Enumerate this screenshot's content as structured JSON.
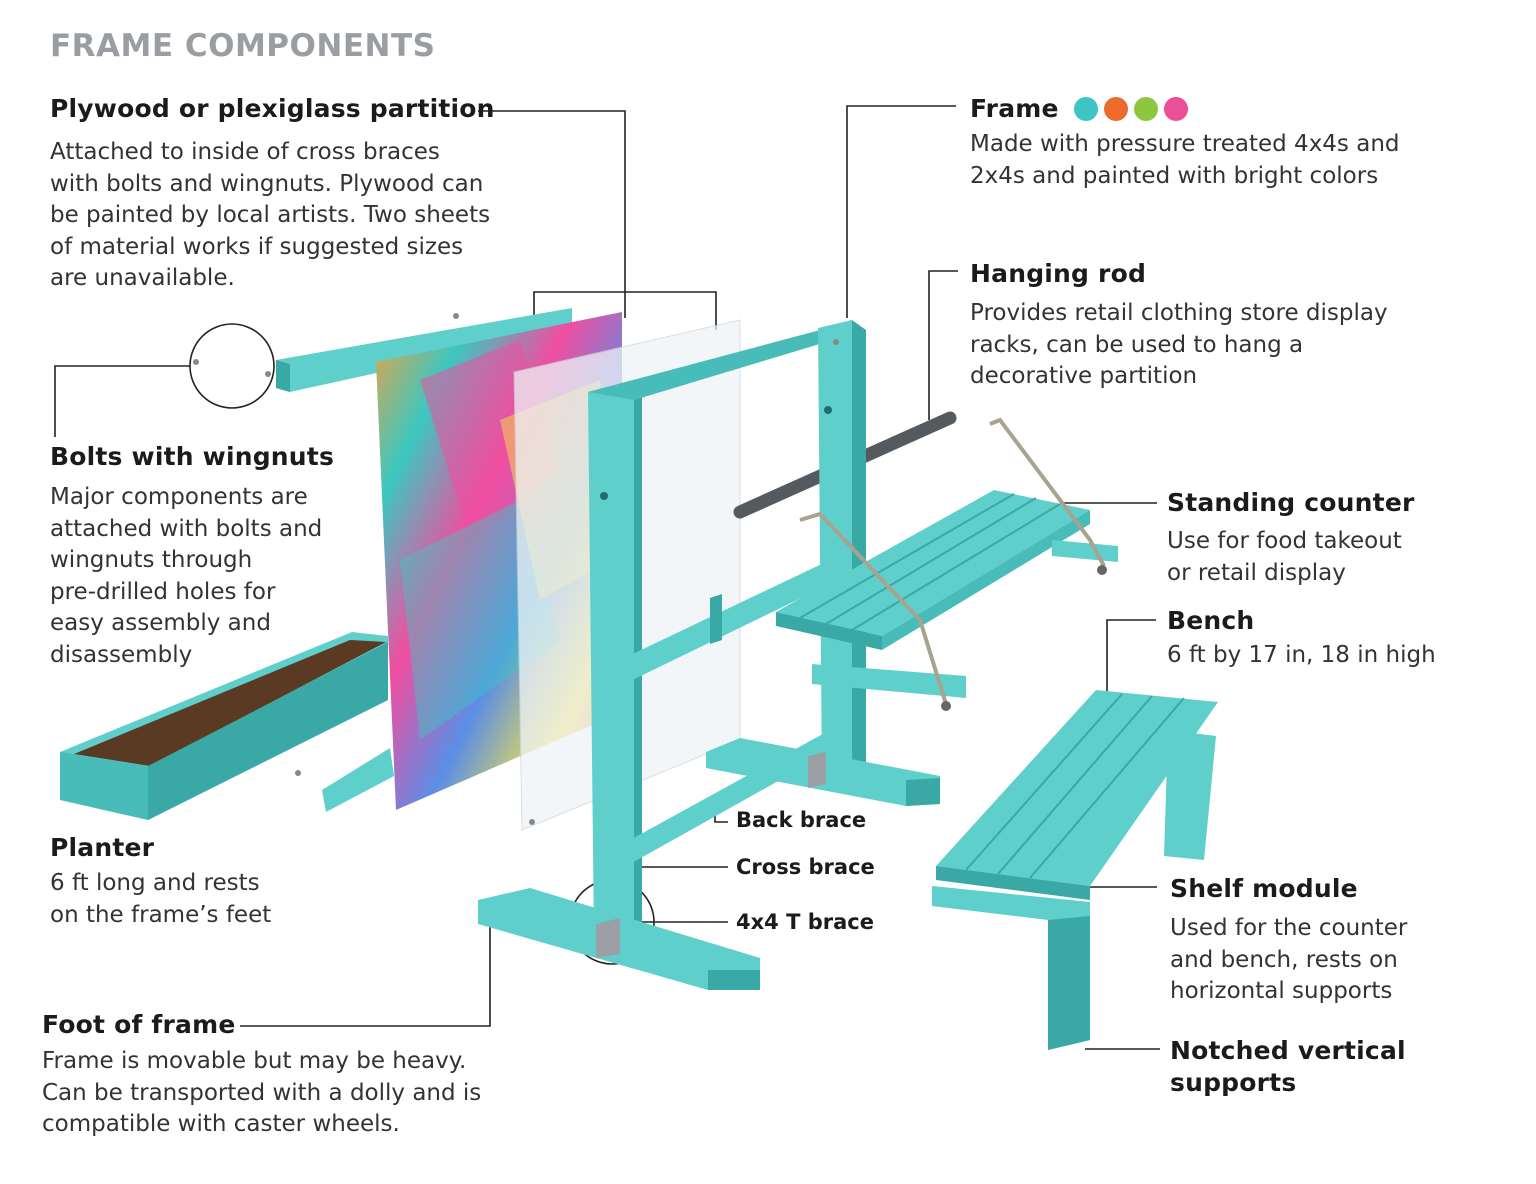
{
  "title": "FRAME COMPONENTS",
  "callouts": {
    "partition": {
      "heading": "Plywood or plexiglass partition",
      "text": "Attached to inside of cross braces\nwith bolts and wingnuts. Plywood can\nbe painted by local artists. Two sheets\nof material works if suggested sizes\nare unavailable."
    },
    "bolts": {
      "heading": "Bolts with wingnuts",
      "text": "Major components are\nattached with bolts and\nwingnuts through\npre-drilled holes for\neasy assembly and\ndisassembly"
    },
    "planter": {
      "heading": "Planter",
      "text": "6 ft long and rests\non the frame’s feet"
    },
    "foot": {
      "heading": "Foot of frame",
      "text": "Frame is movable but may be heavy.\nCan be transported with a dolly and is\ncompatible with caster wheels."
    },
    "frame": {
      "heading": "Frame",
      "text": "Made with pressure treated 4x4s and\n2x4s and painted with bright colors",
      "swatches": [
        "#3cc5c4",
        "#ec6b2d",
        "#8fc640",
        "#ea4f97"
      ]
    },
    "rod": {
      "heading": "Hanging rod",
      "text": "Provides retail clothing store display\nracks, can be used to hang a\ndecorative partition"
    },
    "counter": {
      "heading": "Standing counter",
      "text": "Use for food takeout\nor retail display"
    },
    "bench": {
      "heading": "Bench",
      "text": "6 ft by 17 in, 18 in high"
    },
    "shelf": {
      "heading": "Shelf module",
      "text": "Used for the counter\nand bench, rests on\nhorizontal supports"
    },
    "notched": {
      "heading": "Notched vertical\nsupports"
    },
    "back_brace": {
      "label": "Back brace"
    },
    "cross_brace": {
      "label": "Cross brace"
    },
    "t_brace": {
      "label": "4x4 T brace"
    }
  },
  "colors": {
    "teal": "#5fcfcb",
    "teal_dark": "#3aa9a6",
    "teal_shade": "#48bcb8",
    "soil": "#5a3a22",
    "rod": "#555a5e",
    "leader": "#222222",
    "title_gray": "#9a9ea3"
  }
}
